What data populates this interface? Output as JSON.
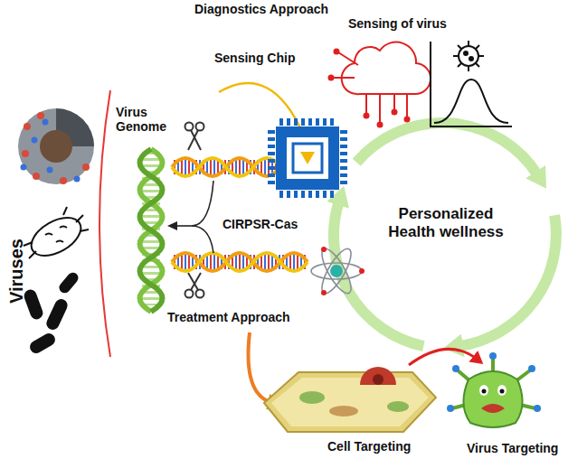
{
  "diagram": {
    "labels": [
      "Diagnostics Approach",
      "Sensing of virus",
      "Sensing Chip",
      "Virus Genome",
      "CIRPSR-Cas",
      "Personalized Health wellness",
      "Treatment Approach",
      "Cell Targeting",
      "Virus Targeting",
      "Viruses"
    ]
  }
}
